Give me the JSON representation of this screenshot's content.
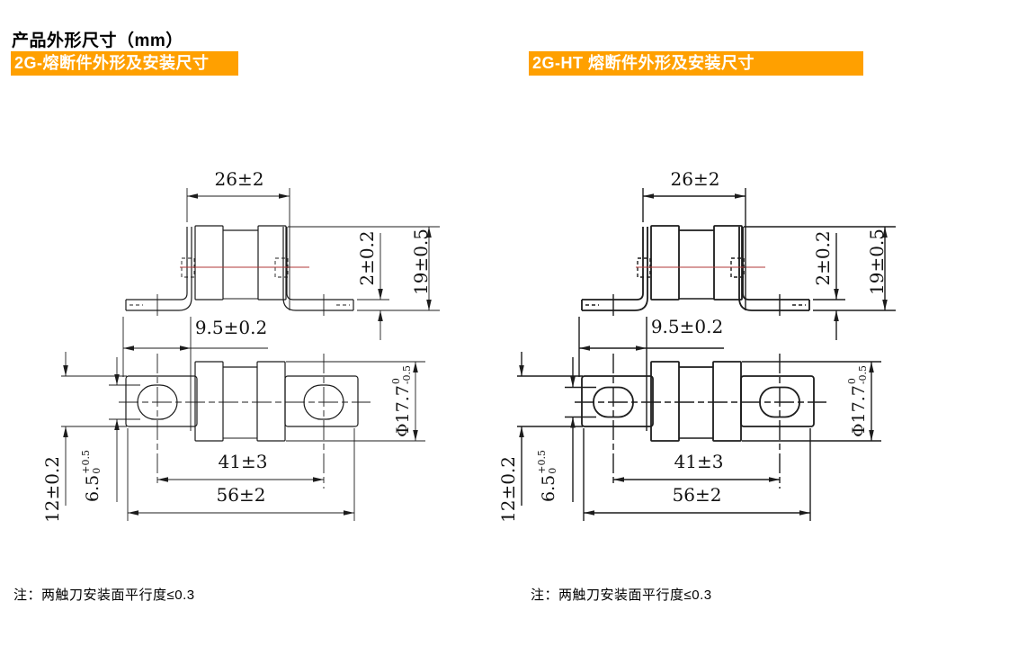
{
  "colors": {
    "accent": "#FFA000",
    "centerline_red": "#B03A3A"
  },
  "title": "产品外形尺寸（mm）",
  "sections": [
    {
      "header": "2G-熔断件外形及安装尺寸",
      "note": "注：两触刀安装面平行度≤0.3",
      "dims": {
        "top_width": "26±2",
        "bracket_thickness": "2±0.2",
        "overall_height": "19±0.5",
        "foot_to_leg": "9.5±0.2",
        "body_diameter_main": "Φ17.7",
        "body_diameter_sup": "0",
        "body_diameter_sub": "-0.5",
        "hole_pitch": "41±3",
        "overall_length": "56±2",
        "pad_width": "12±0.2",
        "hole_width_main": "6.5",
        "hole_width_sup": "+0.5",
        "hole_width_sub": "0"
      }
    },
    {
      "header": "2G-HT 熔断件外形及安装尺寸",
      "note": "注：两触刀安装面平行度≤0.3",
      "dims": {
        "top_width": "26±2",
        "bracket_thickness": "2±0.2",
        "overall_height": "19±0.5",
        "foot_to_leg": "9.5±0.2",
        "body_diameter_main": "Φ17.7",
        "body_diameter_sup": "0",
        "body_diameter_sub": "-0.5",
        "hole_pitch": "41±3",
        "overall_length": "56±2",
        "pad_width": "12±0.2",
        "hole_width_main": "6.5",
        "hole_width_sup": "+0.5",
        "hole_width_sub": "0"
      }
    }
  ]
}
